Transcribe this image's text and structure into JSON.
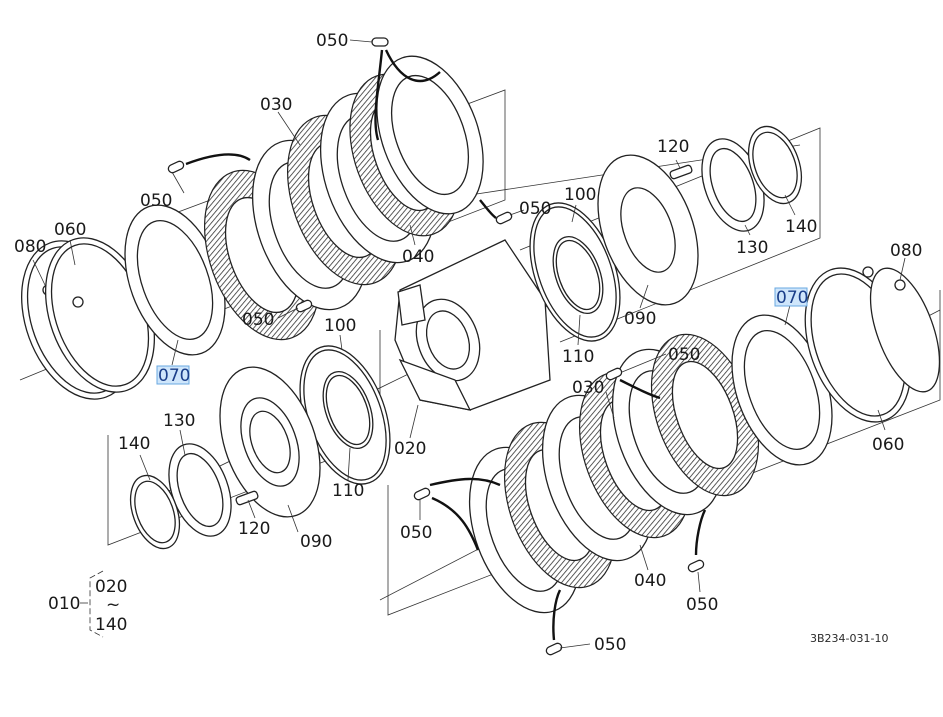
{
  "diagram": {
    "title": "Clutch pack exploded parts diagram",
    "drawing_number": "3B234-031-10",
    "assembly_note": {
      "assembly_ref": "010",
      "range_start": "020",
      "range_separator": "~",
      "range_end": "140"
    },
    "highlighted_ref": "070",
    "highlight_color": "#cfe6fb",
    "labels": {
      "top_group": {
        "l050_top": "050",
        "l030": "030",
        "l050_left": "050",
        "l050_right": "050",
        "l040": "040",
        "l050_bottom": "050"
      },
      "left_rings": {
        "l080": "080",
        "l060": "060",
        "l070": "070"
      },
      "center": {
        "l100_upper": "100",
        "l110_upper": "110",
        "l090_upper": "090",
        "l120_upper": "120",
        "l130_upper": "130",
        "l140_upper": "140",
        "l020": "020",
        "l100_lower": "100",
        "l110_lower": "110"
      },
      "lower_left": {
        "l140": "140",
        "l130": "130",
        "l120": "120",
        "l090": "090"
      },
      "right_rings": {
        "l070": "070",
        "l080": "080",
        "l060": "060"
      },
      "bottom_group": {
        "l050_top": "050",
        "l030": "030",
        "l050_left": "050",
        "l040": "040",
        "l050_right": "050",
        "l050_bottom": "050"
      }
    }
  }
}
